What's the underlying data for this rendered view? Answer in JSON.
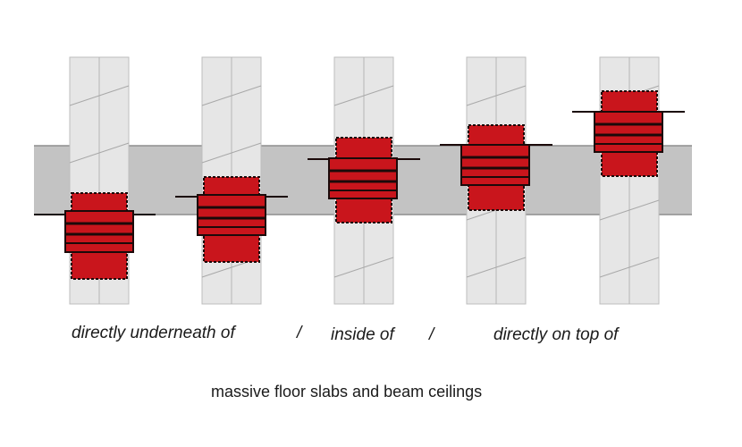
{
  "diagram": {
    "captions": {
      "underneath": "directly underneath of",
      "separator_1": "/",
      "inside": "inside of",
      "separator_2": "/",
      "on_top": "directly on top of",
      "subtitle": "massive floor slabs and beam ceilings"
    },
    "pipes": [
      {
        "position": "directly underneath of"
      },
      {
        "position": "directly underneath of"
      },
      {
        "position": "inside of"
      },
      {
        "position": "directly on top of"
      },
      {
        "position": "directly on top of"
      }
    ],
    "colors": {
      "slab": "#c3c3c3",
      "slab_edge": "#8e8e8e",
      "pipe": "#e6e6e6",
      "pipe_stripe": "#a9a9a9",
      "collar": "#c9151c",
      "collar_outline": "#1b0a0a"
    }
  }
}
